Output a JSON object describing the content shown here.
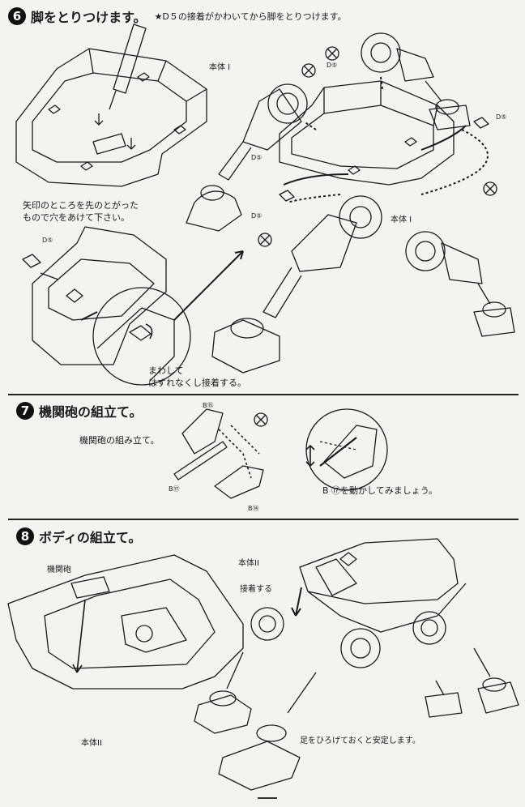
{
  "step6": {
    "number": "6",
    "title": "脚をとりつけます。",
    "note": "★D５の接着がかわいてから脚をとりつけます。",
    "label_body1_top": "本体 I",
    "label_d5_a": "D⑤",
    "label_d5_b": "D⑤",
    "label_d5_c": "D⑤",
    "label_d5_d": "D⑤",
    "label_d5_e": "D⑤",
    "label_body1_right": "本体 I",
    "caption_hole_line1": "矢印のところを先のとがった",
    "caption_hole_line2": "もので穴をあけて下さい。",
    "caption_turn_line1": "まわして",
    "caption_turn_line2": "はずれなくし接着する。"
  },
  "step7": {
    "number": "7",
    "title": "機関砲の組立て。",
    "caption_assemble": "機関砲の組み立て。",
    "label_b15": "B⑮",
    "label_b17": "B⑰",
    "label_b14": "B⑭",
    "caption_move": "B ⑰を動かしてみましょう。"
  },
  "step8": {
    "number": "8",
    "title": "ボディの組立て。",
    "label_gun": "機関砲",
    "label_body2_top": "本体II",
    "label_glue": "接着する",
    "label_body2_bottom": "本体II",
    "caption_legs": "足をひろげておくと安定します。"
  },
  "colors": {
    "ink": "#1a1a1a",
    "paper": "#f4f3ef"
  },
  "icons": [
    "no-glue-icon",
    "arrow-icon"
  ]
}
